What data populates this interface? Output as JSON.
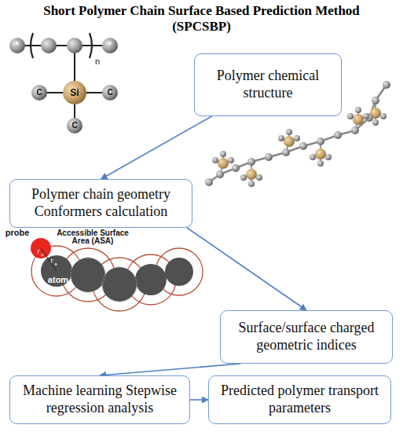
{
  "diagram": {
    "title": "Short Polymer Chain Surface Based Prediction Method (SPCSBP)",
    "nodes": [
      {
        "text": [
          "Polymer chemical structure"
        ]
      },
      {
        "text": [
          "Polymer chain geometry Conformers calculation"
        ]
      },
      {
        "text": [
          "Surface/surface charged geometric indices"
        ]
      },
      {
        "text": [
          "Machine learning Stepwise regression analysis"
        ]
      },
      {
        "text": [
          "Predicted polymer transport parameters"
        ]
      }
    ],
    "edges": [
      {
        "from": 0,
        "to": 1,
        "arrow": "to"
      },
      {
        "from": 1,
        "to": 2,
        "arrow": "to"
      },
      {
        "from": 2,
        "to": 3,
        "arrow": "to"
      },
      {
        "from": 3,
        "to": 4,
        "arrow": "to"
      }
    ],
    "labels": [
      "*",
      "*",
      "n",
      "Si",
      "C",
      "C",
      "C",
      "probe",
      "r",
      "p",
      "r",
      "a",
      "atom",
      "Accessible Surface Area (ASA)"
    ]
  }
}
